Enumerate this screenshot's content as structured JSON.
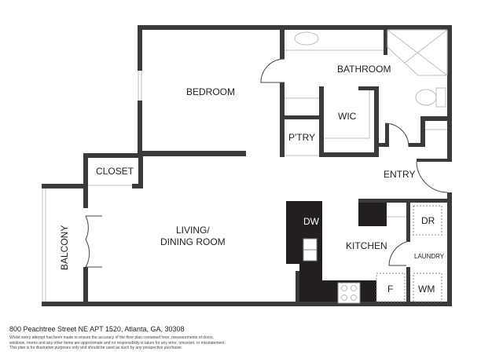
{
  "floorplan": {
    "rooms": {
      "bedroom": "BEDROOM",
      "bathroom": "BATHROOM",
      "wic": "WIC",
      "pantry": "P'TRY",
      "closet": "CLOSET",
      "entry": "ENTRY",
      "living": "LIVING/",
      "living_line2": "DINING ROOM",
      "balcony": "BALCONY",
      "kitchen": "KITCHEN",
      "laundry": "LAUNDRY"
    },
    "appliances": {
      "dishwasher": "DW",
      "dryer": "DR",
      "washer": "WM",
      "fridge": "F"
    },
    "colors": {
      "wall": "#3a3a3a",
      "cabinet": "#231f20",
      "background": "#ffffff"
    }
  },
  "footer": {
    "address": "800 Peachtree Street NE APT 1520, Atlanta, GA, 30308",
    "disclaimer_1": "Whilst every attempt has been made to ensure the accuracy of the floor plan contained here, measurements of doors,",
    "disclaimer_2": "windows, rooms and any other items are approximate and no responsibility is taken for any error, omission, or misstatement.",
    "disclaimer_3": "This plan is for illustrative purposes only and should be used as such by any prospective purchaser."
  }
}
